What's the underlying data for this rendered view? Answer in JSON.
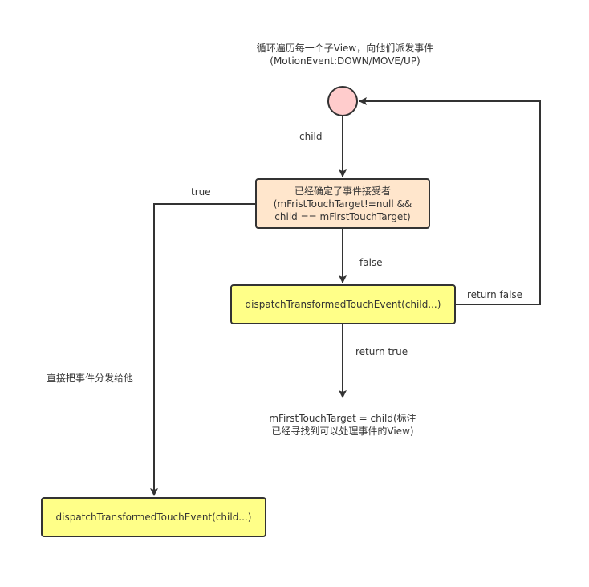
{
  "header_note": {
    "line1": "循环遍历每一个子View，向他们派发事件",
    "line2": "(MotionEvent:DOWN/MOVE/UP)"
  },
  "nodes": {
    "start": {
      "shape": "circle",
      "fill": "#ffcccc"
    },
    "decision": {
      "line1": "已经确定了事件接受者",
      "line2": "(mFristTouchTarget!=null &&",
      "line3": "child == mFirstTouchTarget)",
      "fill": "#ffe6cc"
    },
    "dispatch_mid": {
      "label": "dispatchTransformedTouchEvent(child...)",
      "fill": "#ffff88"
    },
    "dispatch_bottom": {
      "label": "dispatchTransformedTouchEvent(child...)",
      "fill": "#ffff88"
    },
    "result_note": {
      "line1": "mFirstTouchTarget = child(标注",
      "line2": "已经寻找到可以处理事件的View)"
    }
  },
  "edges": {
    "start_to_decision": "child",
    "decision_true": "true",
    "decision_false": "false",
    "mid_return_false": "return false",
    "mid_return_true": "return true",
    "true_branch_note": "直接把事件分发给他"
  },
  "colors": {
    "stroke": "#333333",
    "text": "#333333"
  }
}
